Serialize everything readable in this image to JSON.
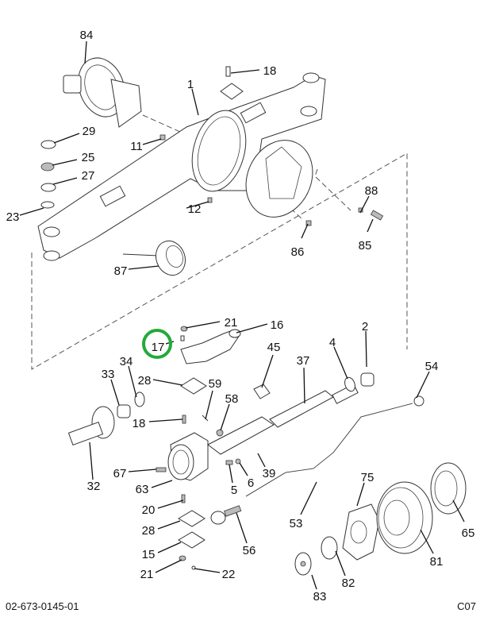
{
  "diagram": {
    "title": "Front axle assembly exploded parts view",
    "document_number": "02-673-0145-01",
    "sheet_code": "C07",
    "highlight": {
      "callout": "17",
      "color": "#22aa3a"
    },
    "callouts": [
      {
        "id": "84",
        "label": "84",
        "text": [
          109,
          45
        ],
        "leader": [
          [
            109,
            52
          ],
          [
            107,
            80
          ]
        ]
      },
      {
        "id": "18a",
        "label": "18",
        "text": [
          340,
          90
        ],
        "leader": [
          [
            327,
            88
          ],
          [
            291,
            92
          ]
        ]
      },
      {
        "id": "1",
        "label": "1",
        "text": [
          240,
          107
        ],
        "leader": [
          [
            242,
            112
          ],
          [
            250,
            145
          ]
        ]
      },
      {
        "id": "29",
        "label": "29",
        "text": [
          112,
          166
        ],
        "leader": [
          [
            100,
            168
          ],
          [
            68,
            180
          ]
        ]
      },
      {
        "id": "11",
        "label": "11",
        "text": [
          172,
          185
        ],
        "leader": [
          [
            180,
            182
          ],
          [
            203,
            175
          ]
        ]
      },
      {
        "id": "25",
        "label": "25",
        "text": [
          111,
          199
        ],
        "leader": [
          [
            97,
            201
          ],
          [
            66,
            208
          ]
        ]
      },
      {
        "id": "27",
        "label": "27",
        "text": [
          111,
          222
        ],
        "leader": [
          [
            97,
            224
          ],
          [
            67,
            232
          ]
        ]
      },
      {
        "id": "23",
        "label": "23",
        "text": [
          16,
          274
        ],
        "leader": [
          [
            25,
            271
          ],
          [
            55,
            262
          ]
        ]
      },
      {
        "id": "12",
        "label": "12",
        "text": [
          245,
          264
        ],
        "leader": [
          [
            235,
            262
          ],
          [
            263,
            254
          ]
        ]
      },
      {
        "id": "88",
        "label": "88",
        "text": [
          468,
          241
        ],
        "leader": [
          [
            465,
            247
          ],
          [
            454,
            268
          ]
        ]
      },
      {
        "id": "85",
        "label": "85",
        "text": [
          460,
          310
        ],
        "leader": [
          [
            463,
            292
          ],
          [
            470,
            276
          ]
        ]
      },
      {
        "id": "86",
        "label": "86",
        "text": [
          375,
          318
        ],
        "leader": [
          [
            380,
            300
          ],
          [
            388,
            282
          ]
        ]
      },
      {
        "id": "87",
        "label": "87",
        "text": [
          152,
          342
        ],
        "leader": [
          [
            162,
            339
          ],
          [
            200,
            335
          ]
        ]
      },
      {
        "id": "21a",
        "label": "21",
        "text": [
          291,
          407
        ],
        "leader": [
          [
            277,
            405
          ],
          [
            234,
            413
          ]
        ]
      },
      {
        "id": "16",
        "label": "16",
        "text": [
          349,
          410
        ],
        "leader": [
          [
            337,
            408
          ],
          [
            298,
            419
          ]
        ]
      },
      {
        "id": "17",
        "label": "17",
        "text": [
          199,
          438
        ],
        "leader": [
          [
            209,
            433
          ],
          [
            219,
            430
          ]
        ]
      },
      {
        "id": "2",
        "label": "2",
        "text": [
          460,
          412
        ],
        "leader": [
          [
            461,
            417
          ],
          [
            462,
            462
          ]
        ]
      },
      {
        "id": "45",
        "label": "45",
        "text": [
          345,
          438
        ],
        "leader": [
          [
            344,
            447
          ],
          [
            330,
            488
          ]
        ]
      },
      {
        "id": "4",
        "label": "4",
        "text": [
          419,
          432
        ],
        "leader": [
          [
            421,
            437
          ],
          [
            438,
            477
          ]
        ]
      },
      {
        "id": "37",
        "label": "37",
        "text": [
          382,
          455
        ],
        "leader": [
          [
            383,
            463
          ],
          [
            384,
            508
          ]
        ]
      },
      {
        "id": "54",
        "label": "54",
        "text": [
          544,
          462
        ],
        "leader": [
          [
            541,
            468
          ],
          [
            525,
            501
          ]
        ]
      },
      {
        "id": "34",
        "label": "34",
        "text": [
          159,
          456
        ],
        "leader": [
          [
            162,
            461
          ],
          [
            172,
            500
          ]
        ]
      },
      {
        "id": "33",
        "label": "33",
        "text": [
          136,
          472
        ],
        "leader": [
          [
            140,
            478
          ],
          [
            150,
            510
          ]
        ]
      },
      {
        "id": "28a",
        "label": "28",
        "text": [
          182,
          480
        ],
        "leader": [
          [
            193,
            478
          ],
          [
            230,
            485
          ]
        ]
      },
      {
        "id": "59",
        "label": "59",
        "text": [
          271,
          484
        ],
        "leader": [
          [
            268,
            492
          ],
          [
            259,
            528
          ]
        ]
      },
      {
        "id": "58",
        "label": "58",
        "text": [
          292,
          503
        ],
        "leader": [
          [
            289,
            509
          ],
          [
            278,
            542
          ]
        ]
      },
      {
        "id": "18b",
        "label": "18",
        "text": [
          175,
          534
        ],
        "leader": [
          [
            188,
            531
          ],
          [
            230,
            528
          ]
        ]
      },
      {
        "id": "67",
        "label": "67",
        "text": [
          151,
          597
        ],
        "leader": [
          [
            162,
            594
          ],
          [
            197,
            591
          ]
        ]
      },
      {
        "id": "32",
        "label": "32",
        "text": [
          118,
          613
        ],
        "leader": [
          [
            117,
            604
          ],
          [
            113,
            557
          ]
        ]
      },
      {
        "id": "63",
        "label": "63",
        "text": [
          179,
          617
        ],
        "leader": [
          [
            191,
            614
          ],
          [
            217,
            605
          ]
        ]
      },
      {
        "id": "5",
        "label": "5",
        "text": [
          295,
          618
        ],
        "leader": [
          [
            293,
            608
          ],
          [
            289,
            585
          ]
        ]
      },
      {
        "id": "6",
        "label": "6",
        "text": [
          316,
          609
        ],
        "leader": [
          [
            312,
            599
          ],
          [
            302,
            583
          ]
        ]
      },
      {
        "id": "39",
        "label": "39",
        "text": [
          339,
          597
        ],
        "leader": [
          [
            334,
            588
          ],
          [
            325,
            571
          ]
        ]
      },
      {
        "id": "20",
        "label": "20",
        "text": [
          187,
          643
        ],
        "leader": [
          [
            199,
            640
          ],
          [
            231,
            630
          ]
        ]
      },
      {
        "id": "75",
        "label": "75",
        "text": [
          463,
          602
        ],
        "leader": [
          [
            459,
            608
          ],
          [
            450,
            637
          ]
        ]
      },
      {
        "id": "65",
        "label": "65",
        "text": [
          590,
          672
        ],
        "leader": [
          [
            585,
            657
          ],
          [
            571,
            630
          ]
        ]
      },
      {
        "id": "28b",
        "label": "28",
        "text": [
          187,
          669
        ],
        "leader": [
          [
            199,
            666
          ],
          [
            227,
            656
          ]
        ]
      },
      {
        "id": "53",
        "label": "53",
        "text": [
          373,
          660
        ],
        "leader": [
          [
            379,
            648
          ],
          [
            399,
            607
          ]
        ]
      },
      {
        "id": "56",
        "label": "56",
        "text": [
          314,
          694
        ],
        "leader": [
          [
            311,
            684
          ],
          [
            298,
            646
          ]
        ]
      },
      {
        "id": "15",
        "label": "15",
        "text": [
          187,
          699
        ],
        "leader": [
          [
            199,
            696
          ],
          [
            228,
            683
          ]
        ]
      },
      {
        "id": "81",
        "label": "81",
        "text": [
          550,
          708
        ],
        "leader": [
          [
            546,
            697
          ],
          [
            530,
            667
          ]
        ]
      },
      {
        "id": "21b",
        "label": "21",
        "text": [
          185,
          724
        ],
        "leader": [
          [
            196,
            721
          ],
          [
            229,
            705
          ]
        ]
      },
      {
        "id": "22",
        "label": "22",
        "text": [
          288,
          724
        ],
        "leader": [
          [
            277,
            721
          ],
          [
            245,
            716
          ]
        ]
      },
      {
        "id": "82",
        "label": "82",
        "text": [
          439,
          735
        ],
        "leader": [
          [
            435,
            725
          ],
          [
            423,
            694
          ]
        ]
      },
      {
        "id": "83",
        "label": "83",
        "text": [
          403,
          752
        ],
        "leader": [
          [
            399,
            742
          ],
          [
            393,
            724
          ]
        ]
      }
    ]
  }
}
